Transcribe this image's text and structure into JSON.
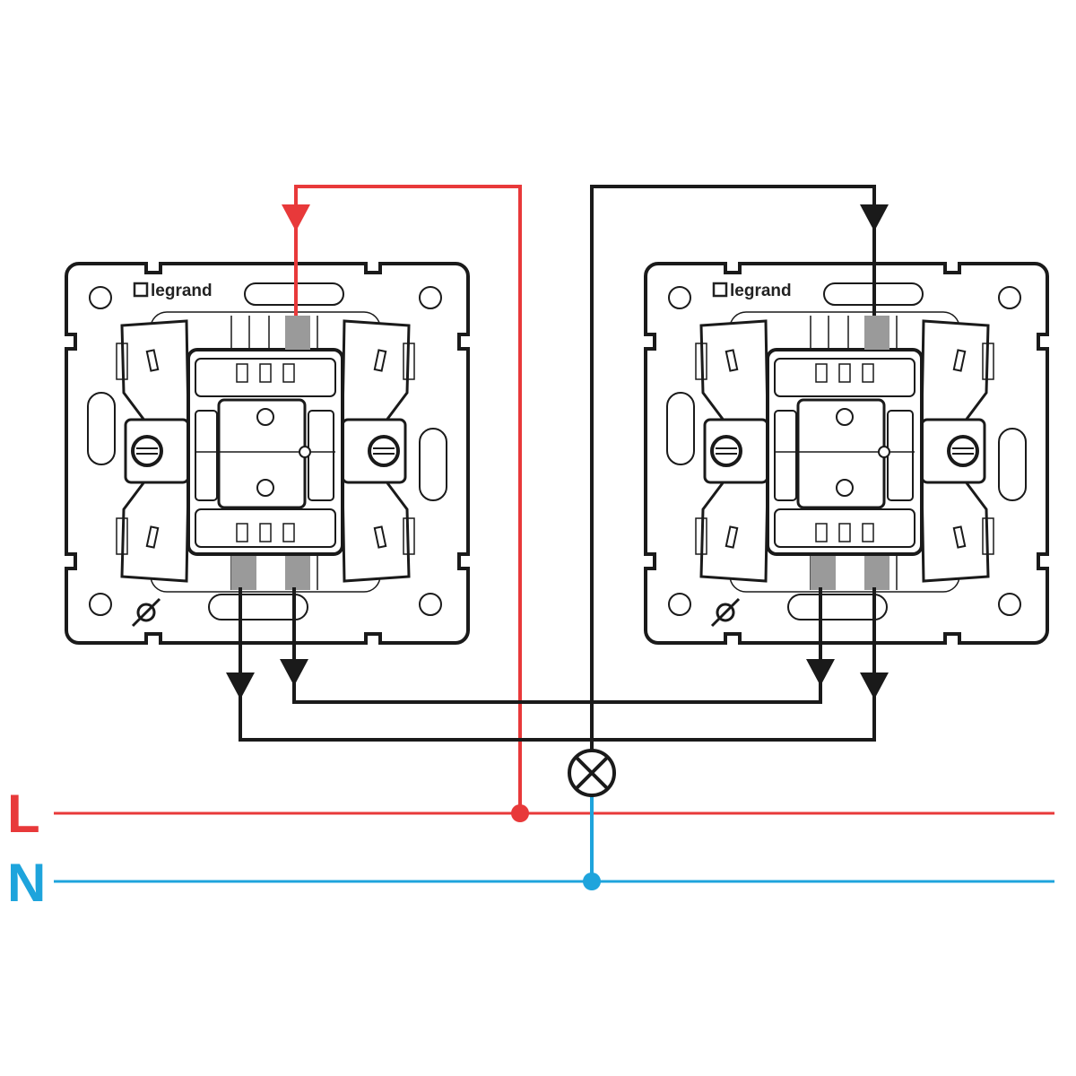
{
  "title": "Two-way (staircase) switching wiring diagram",
  "labels": {
    "line": "L",
    "neutral": "N"
  },
  "switches": [
    {
      "id": "left",
      "brand": "legrand"
    },
    {
      "id": "right",
      "brand": "legrand"
    }
  ],
  "components": {
    "lamp": "lamp-symbol"
  },
  "colors": {
    "line": "#e8393a",
    "neutral": "#1ea4dc",
    "wire": "#1a1a1a",
    "terminal": "#9a9a9a"
  }
}
